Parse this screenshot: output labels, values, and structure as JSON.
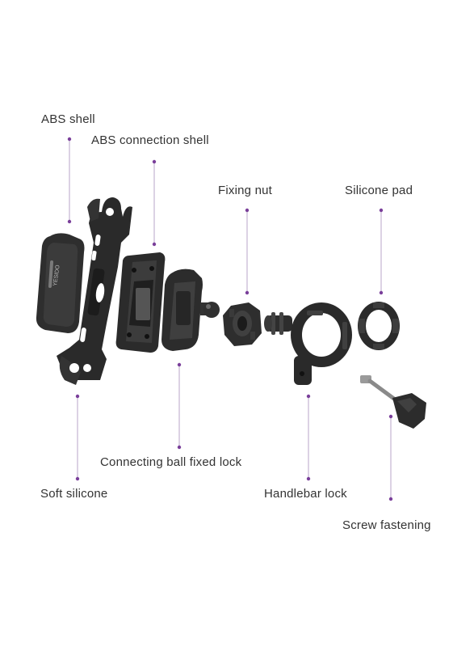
{
  "labels": {
    "abs_shell": "ABS shell",
    "abs_connection_shell": "ABS connection shell",
    "fixing_nut": "Fixing nut",
    "silicone_pad": "Silicone pad",
    "connecting_ball_fixed_lock": "Connecting ball fixed lock",
    "soft_silicone": "Soft silicone",
    "handlebar_lock": "Handlebar lock",
    "screw_fastening": "Screw fastening"
  },
  "brand_mark": "YESIDO",
  "colors": {
    "leader": "#b8a6c9",
    "dot": "#7a3f9a",
    "part_dark": "#262626",
    "part_mid": "#3d3d3d",
    "part_light": "#5a5a5a",
    "text": "#333333"
  }
}
